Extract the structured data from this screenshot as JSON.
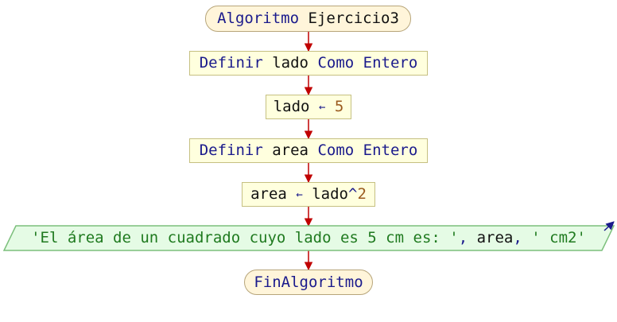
{
  "flowchart": {
    "start": {
      "keyword": "Algoritmo",
      "name": "Ejercicio3"
    },
    "define_lado": {
      "kw1": "Definir",
      "var": "lado",
      "kw2": "Como",
      "type": "Entero"
    },
    "assign_lado": {
      "var": "lado",
      "arrow": "←",
      "value": "5"
    },
    "define_area": {
      "kw1": "Definir",
      "var": "area",
      "kw2": "Como",
      "type": "Entero"
    },
    "assign_area": {
      "var": "area",
      "arrow": "←",
      "expr_var": "lado",
      "caret": "^",
      "exponent": "2"
    },
    "output": {
      "string1": "'El área de un cuadrado cuyo lado es 5 cm es: '",
      "sep1": ",",
      "var": "area",
      "sep2": ",",
      "string2": "' cm2'"
    },
    "end": {
      "keyword": "FinAlgoritmo"
    }
  },
  "colors": {
    "arrow": "#c00000",
    "terminal_fill": "#fff5da",
    "process_fill": "#ffffde",
    "io_fill": "#e5fbe5",
    "io_border": "#7cbf7c",
    "output_arrow": "#1a1a8c"
  }
}
